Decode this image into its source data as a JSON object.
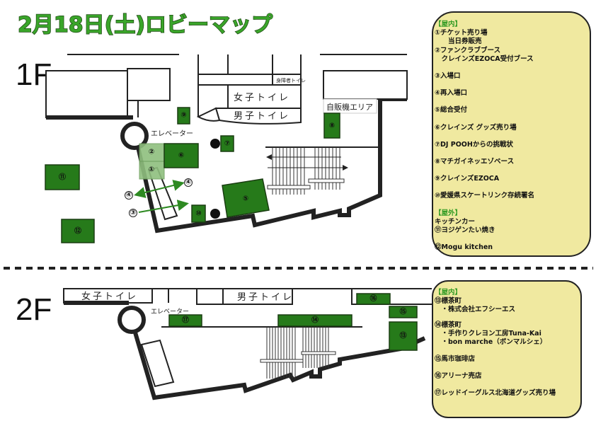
{
  "title": "2月18日(土)ロビーマップ",
  "floors": {
    "f1": "1F",
    "f2": "2F"
  },
  "map_1f": {
    "women_toilet": "女子トイレ",
    "men_toilet": "男子トイレ",
    "accessible_toilet": "身障者トイレ",
    "vending_area": "自販機エリア",
    "elevator": "エレベーター",
    "booths": {
      "b1": "①",
      "b2": "②",
      "b3": "③",
      "b4": "④",
      "b5": "⑤",
      "b6": "⑥",
      "b7": "⑦",
      "b8": "⑧",
      "b9": "⑨",
      "b10": "⑩",
      "b11": "⑪",
      "b12": "⑫"
    }
  },
  "map_2f": {
    "women_toilet": "女子トイレ",
    "men_toilet": "男子トイレ",
    "elevator": "エレベーター",
    "booths": {
      "b13": "⑬",
      "b14": "⑭",
      "b15": "⑮",
      "b16": "⑯",
      "b17": "⑰"
    }
  },
  "legend_1f": {
    "indoor_header": "【屋内】",
    "items": [
      "①チケット売り場",
      "　　当日券販売",
      "②ファンクラブブース",
      "　クレインズEZOCA受付ブース",
      "③入場口",
      "④再入場口",
      "⑤総合受付",
      "⑥クレインズ グッズ売り場",
      "⑦DJ POOHからの挑戦状",
      "⑧マチガイネッエゾベース",
      "⑨クレインズEZOCA",
      "⑩愛媛県スケートリンク存続署名"
    ],
    "outdoor_header": "【屋外】",
    "outdoor_items": [
      "キッチンカー",
      "⑪ヨジゲンたい焼き",
      "⑫Mogu kitchen"
    ]
  },
  "legend_2f": {
    "indoor_header": "【屋内】",
    "items": [
      "⑬標茶町",
      "　・株式会社エフシーエス",
      "⑭標茶町",
      "　・手作りクレヨン工房Tuna-Kai",
      "　・bon marche（ボンマルシェ）",
      "⑮馬市珈琲店",
      "⑯アリーナ売店",
      "⑰レッドイーグルス北海道グッズ売り場"
    ]
  },
  "colors": {
    "booth": "#267a1a",
    "booth_light": "#8fbf7e",
    "legend_bg": "#f0e9a0",
    "title": "#3aa52a",
    "arrow": "#2e8a22"
  }
}
